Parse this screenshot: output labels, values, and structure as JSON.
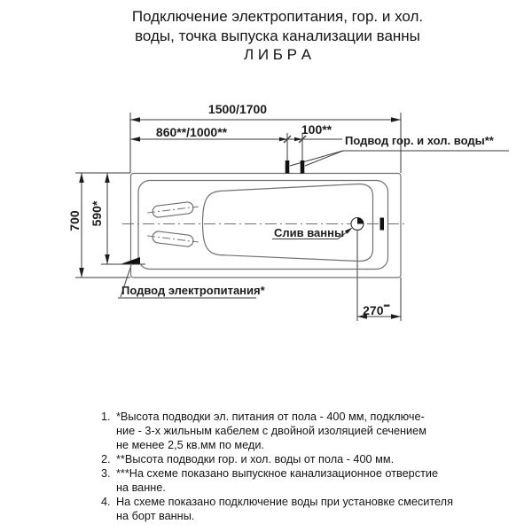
{
  "title": {
    "line1": "Подключение электропитания, гор. и хол.",
    "line2": "воды, точка выпуска канализации ванны",
    "line3": "Л И Б Р А"
  },
  "diagram": {
    "dims": {
      "overall_length": "1500/1700",
      "water_offset": "860**/1000**",
      "water_spacing": "100**",
      "width": "700",
      "power_offset": "590*",
      "drain_offset_value": "270",
      "drain_offset_suffix": "***"
    },
    "labels": {
      "water_supply": "Подвод гор. и хол. воды**",
      "drain": "Слив ванны",
      "power_supply": "Подвод электропитания*"
    }
  },
  "notes": [
    {
      "num": "1.",
      "lines": [
        "*Высота подводки эл. питания от пола - 400 мм, подключе-",
        "ние - 3-х жильным кабелем с двойной изоляцией сечением",
        "не менее 2,5 кв.мм по меди."
      ]
    },
    {
      "num": "2.",
      "lines": [
        "**Высота подводки гор. и хол. воды от пола - 400 мм."
      ]
    },
    {
      "num": "3.",
      "lines": [
        "***На схеме показано выпускное канализационное отверстие",
        "на ванне."
      ]
    },
    {
      "num": "4.",
      "lines": [
        "На схеме показано подключение воды при установке смесителя",
        "на борт ванны."
      ]
    }
  ]
}
